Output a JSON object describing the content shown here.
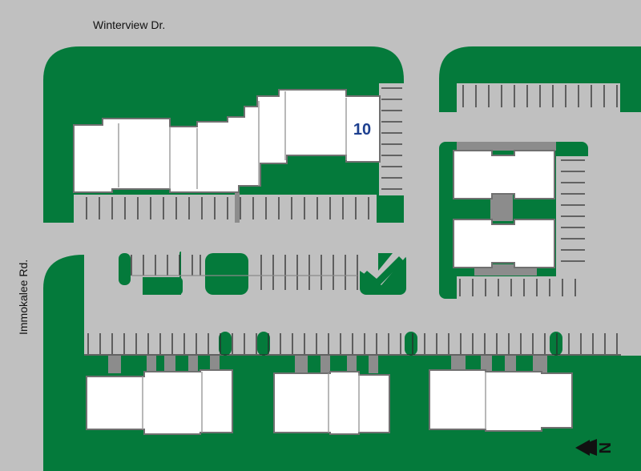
{
  "roads": {
    "north": "Winterview Dr.",
    "west": "Immokalee Rd."
  },
  "building_label": "10",
  "north_arrow": {
    "letter": "N",
    "icon": "north-arrow-icon"
  },
  "colors": {
    "grass": "#047a3b",
    "pavement": "#c0c0c0",
    "building": "#ffffff",
    "outline": "#707070",
    "label": "#1d3f8f"
  }
}
